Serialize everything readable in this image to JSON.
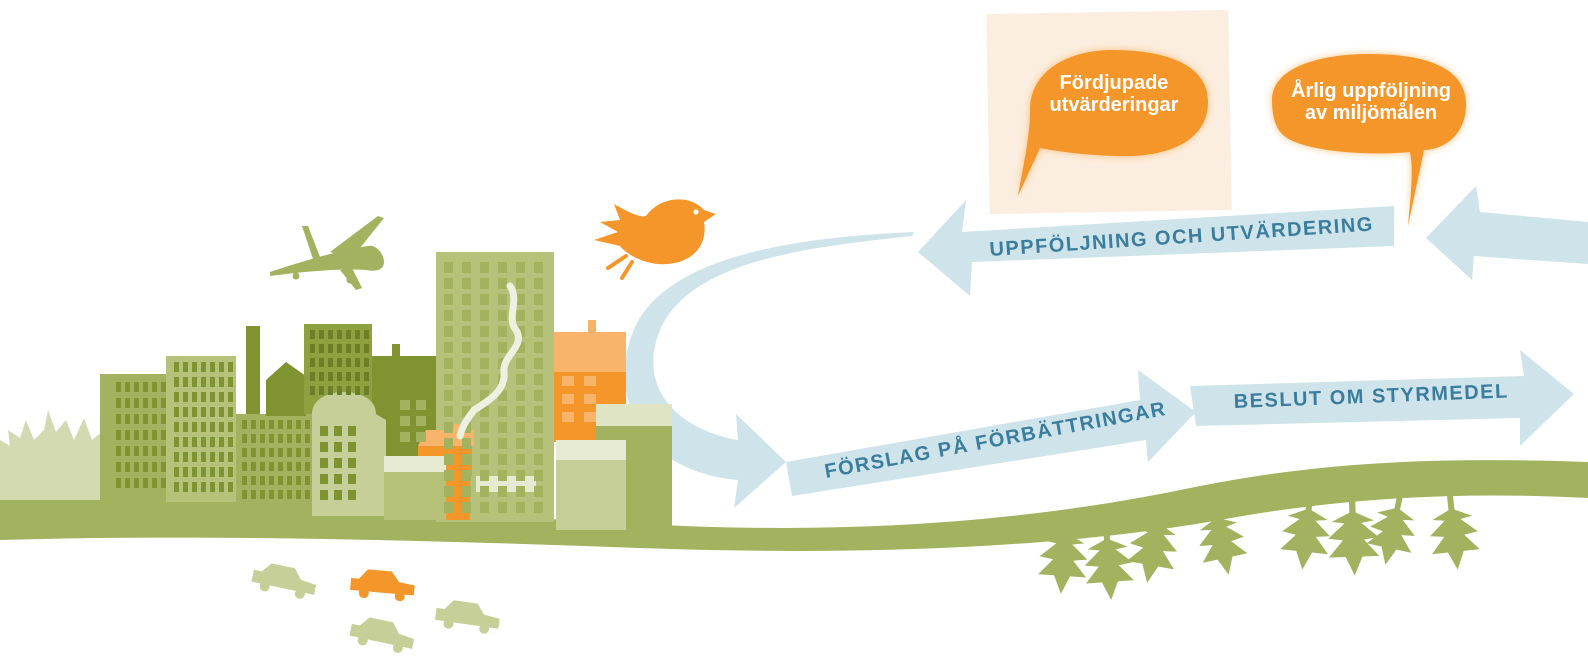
{
  "bubbles": {
    "left": {
      "line1": "Fördjupade",
      "line2": "utvärderingar",
      "color": "#f5962a"
    },
    "right": {
      "line1": "Årlig uppföljning",
      "line2": "av miljömålen",
      "color": "#f5962a"
    }
  },
  "arrows": {
    "top": "UPPFÖLJNING OCH UTVÄRDERING",
    "bottom_left": "FÖRSLAG PÅ FÖRBÄTTRINGAR",
    "bottom_right": "BESLUT OM STYRMEDEL",
    "color": "#cfe3ea",
    "text_color": "#3a7d9c"
  },
  "palette": {
    "olive": "#a2b25e",
    "olive_dark": "#7f9431",
    "olive_light": "#c6cf98",
    "orange": "#f5962a",
    "orange_light": "#f9b46c"
  },
  "icons": [
    "airplane-icon",
    "bird-icon",
    "car-icon",
    "tree-icon",
    "smoke-icon"
  ]
}
